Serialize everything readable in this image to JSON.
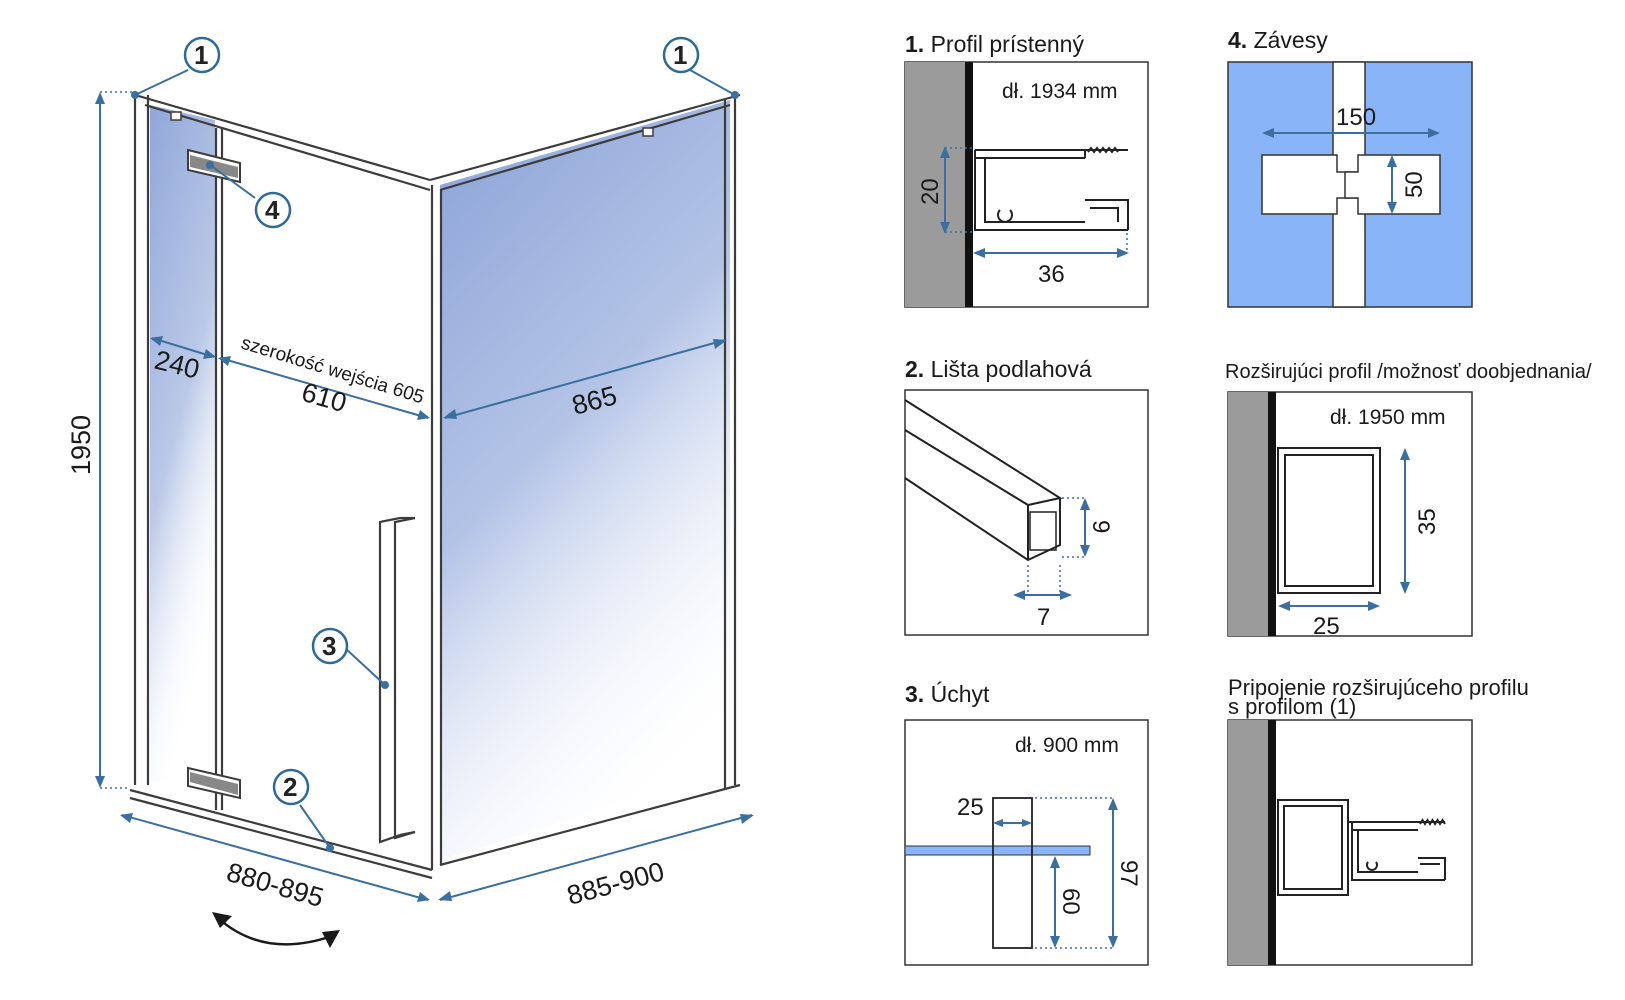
{
  "main": {
    "height": "1950",
    "width_left_bottom": "880-895",
    "width_right_bottom": "885-900",
    "panel_width": "240",
    "door_width": "610",
    "entrance_label": "szerokość wejścia 605",
    "side_width": "865",
    "callouts": [
      "1",
      "1",
      "4",
      "3",
      "2"
    ]
  },
  "details": {
    "d1": {
      "num": "1.",
      "title": "Profil  prístenný",
      "length": "dł. 1934 mm",
      "dim_h": "20",
      "dim_w": "36"
    },
    "d2": {
      "num": "2.",
      "title": "Lišta podlahová",
      "dim_h": "9",
      "dim_w": "7"
    },
    "d3": {
      "num": "3.",
      "title": "Úchyt",
      "length": "dł. 900 mm",
      "dim_a": "25",
      "dim_b": "60",
      "dim_c": "97"
    },
    "d4": {
      "num": "4.",
      "title": "Závesy",
      "dim_w": "150",
      "dim_h": "50"
    },
    "d5": {
      "title": "Rozširujúci profil /možnosť doobjednania/",
      "length": "dł. 1950 mm",
      "dim_h": "35",
      "dim_w": "25"
    },
    "d6": {
      "title_line1": "Pripojenie rozširujúceho profilu",
      "title_line2": "s profilom (1)"
    }
  },
  "colors": {
    "glass": "#8fa6d8",
    "accent": "#3a6fa0",
    "wall": "#9b9b9b",
    "hinge_blue": "#8ab4f8"
  }
}
